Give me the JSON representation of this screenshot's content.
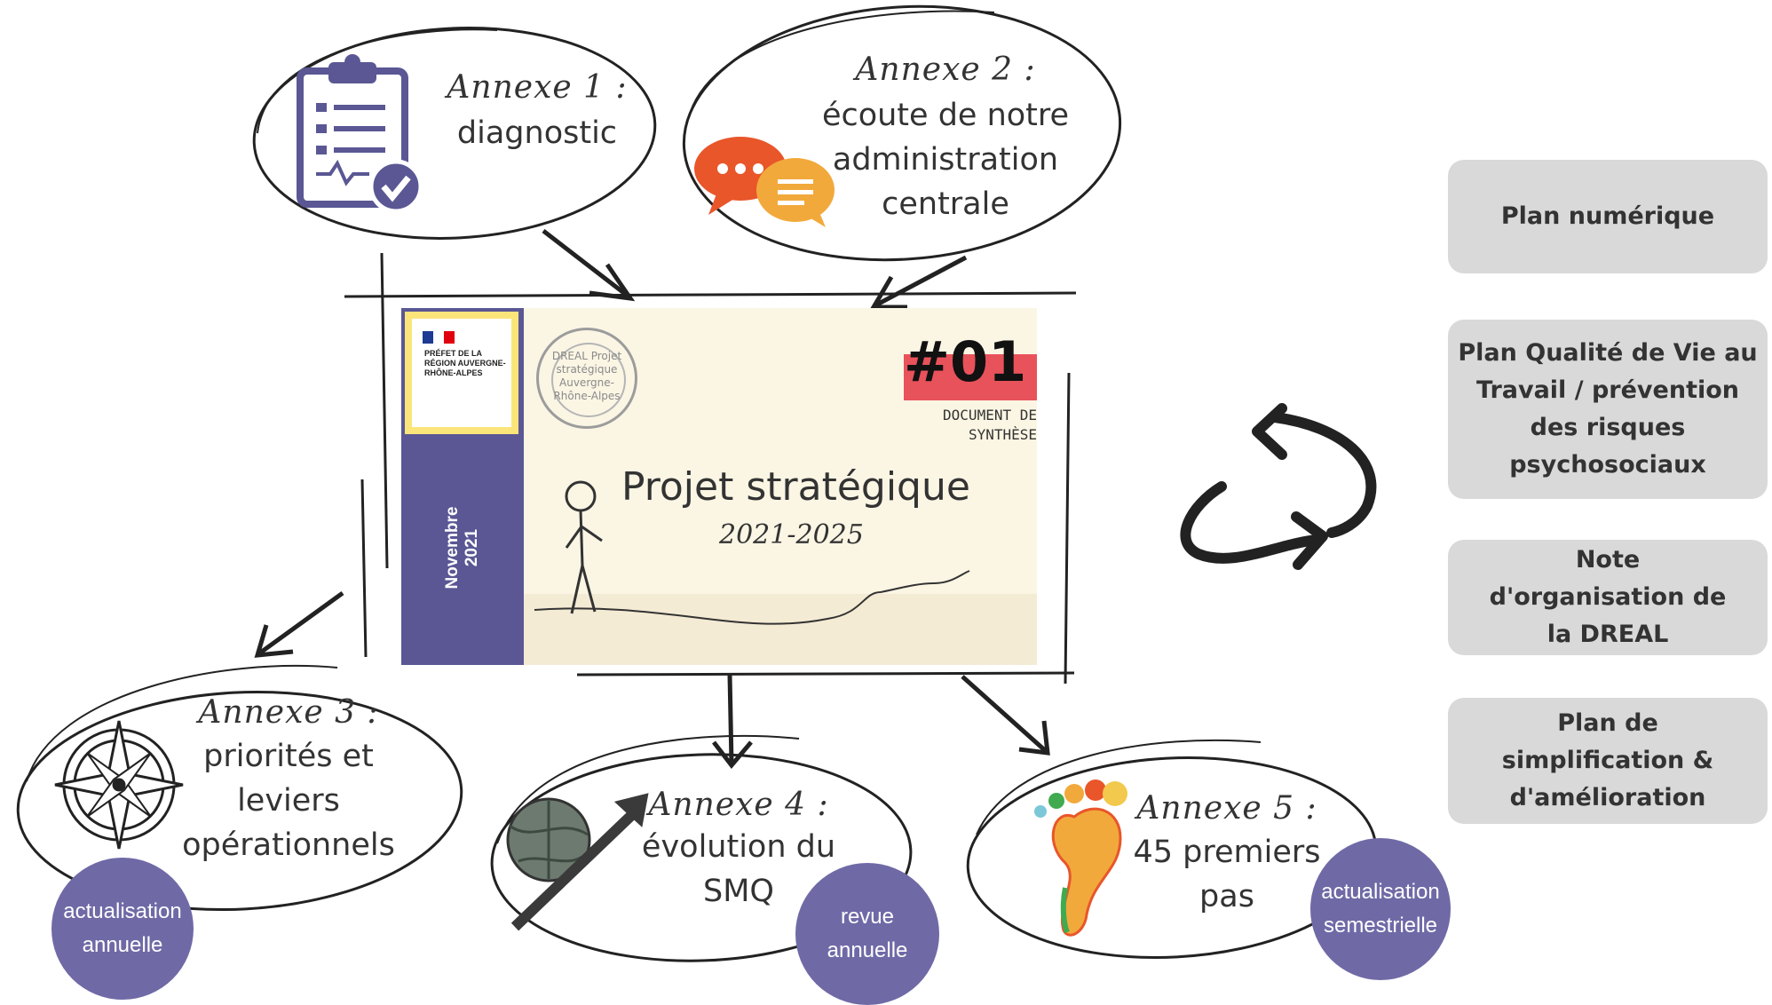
{
  "cover": {
    "prefecture": "PRÉFET DE LA RÉGION AUVERGNE-RHÔNE-ALPES",
    "date": "Novembre 2021",
    "stamp": "DREAL Projet stratégique Auvergne-Rhône-Alpes",
    "number": "#01",
    "doc_label": "DOCUMENT DE SYNTHÈSE",
    "title": "Projet stratégique",
    "years": "2021-2025"
  },
  "annexes": [
    {
      "title": "Annexe 1 :",
      "desc": "diagnostic",
      "icon": "clipboard-check-icon"
    },
    {
      "title": "Annexe 2 :",
      "desc": "écoute de  notre administration centrale",
      "icon": "speech-bubbles-icon"
    },
    {
      "title": "Annexe 3 :",
      "desc": "priorités et leviers opérationnels",
      "icon": "compass-rose-icon",
      "badge": "actualisation annuelle"
    },
    {
      "title": "Annexe 4 :",
      "desc": "évolution du SMQ",
      "icon": "rising-arrow-icon",
      "badge": "revue annuelle"
    },
    {
      "title": "Annexe 5 :",
      "desc": "45 premiers pas",
      "icon": "footprint-icon",
      "badge": "actualisation semestrielle"
    }
  ],
  "plans": [
    "Plan numérique",
    "Plan Qualité de Vie au Travail / prévention des risques psychosociaux",
    "Note d'organisation de la DREAL",
    "Plan de simplification & d'amélioration"
  ],
  "colors": {
    "badge": "#6f6aa6",
    "plan_box": "#d9d9d9",
    "cover_rail": "#5a5794",
    "cover_flag": "#fbe57b",
    "accent_red": "#e8525a",
    "bubble_orange": "#e8562a",
    "bubble_yellow": "#f2a93b",
    "clipboard": "#5a5794"
  }
}
